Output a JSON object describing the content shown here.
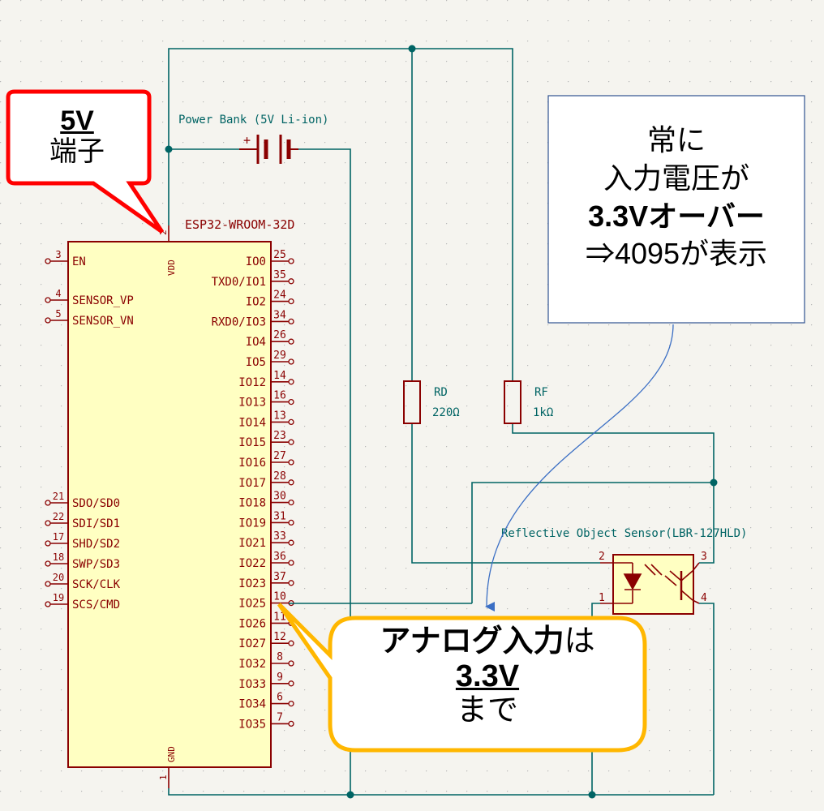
{
  "components": {
    "esp32": {
      "ref": "ESP32-WROOM-32D",
      "vdd_label": "VDD",
      "vdd_pin": "2",
      "gnd_label": "GND",
      "gnd_pin": "1",
      "left_pins": [
        {
          "num": "3",
          "name": "EN"
        },
        {
          "num": "4",
          "name": "SENSOR_VP"
        },
        {
          "num": "5",
          "name": "SENSOR_VN"
        },
        {
          "num": "21",
          "name": "SDO/SD0"
        },
        {
          "num": "22",
          "name": "SDI/SD1"
        },
        {
          "num": "17",
          "name": "SHD/SD2"
        },
        {
          "num": "18",
          "name": "SWP/SD3"
        },
        {
          "num": "20",
          "name": "SCK/CLK"
        },
        {
          "num": "19",
          "name": "SCS/CMD"
        }
      ],
      "right_pins": [
        {
          "num": "25",
          "name": "IO0"
        },
        {
          "num": "35",
          "name": "TXD0/IO1"
        },
        {
          "num": "24",
          "name": "IO2"
        },
        {
          "num": "34",
          "name": "RXD0/IO3"
        },
        {
          "num": "26",
          "name": "IO4"
        },
        {
          "num": "29",
          "name": "IO5"
        },
        {
          "num": "14",
          "name": "IO12"
        },
        {
          "num": "16",
          "name": "IO13"
        },
        {
          "num": "13",
          "name": "IO14"
        },
        {
          "num": "23",
          "name": "IO15"
        },
        {
          "num": "27",
          "name": "IO16"
        },
        {
          "num": "28",
          "name": "IO17"
        },
        {
          "num": "30",
          "name": "IO18"
        },
        {
          "num": "31",
          "name": "IO19"
        },
        {
          "num": "33",
          "name": "IO21"
        },
        {
          "num": "36",
          "name": "IO22"
        },
        {
          "num": "37",
          "name": "IO23"
        },
        {
          "num": "10",
          "name": "IO25"
        },
        {
          "num": "11",
          "name": "IO26"
        },
        {
          "num": "12",
          "name": "IO27"
        },
        {
          "num": "8",
          "name": "IO32"
        },
        {
          "num": "9",
          "name": "IO33"
        },
        {
          "num": "6",
          "name": "IO34"
        },
        {
          "num": "7",
          "name": "IO35"
        }
      ]
    },
    "battery": {
      "label": "Power Bank (5V Li-ion)",
      "plus": "+"
    },
    "rd": {
      "ref": "RD",
      "value": "220Ω"
    },
    "rf": {
      "ref": "RF",
      "value": "1kΩ"
    },
    "sensor": {
      "label": "Reflective Object Sensor(LBR-127HLD)",
      "pins": [
        "2",
        "3",
        "1",
        "4"
      ]
    }
  },
  "callouts": {
    "v5": {
      "line1": "5V",
      "line2": "端子"
    },
    "note": {
      "line1": "常に",
      "line2": "入力電圧が",
      "line3": "3.3Vオーバー",
      "line4": "⇒4095が表示"
    },
    "analog": {
      "line1_bold": "アナログ入力",
      "line1_rest": "は",
      "line2": "3.3V",
      "line3": "まで"
    }
  },
  "colors": {
    "wire": "#006464",
    "symbol": "#8a0000",
    "body_fill": "#ffffc2",
    "red_callout": "#ff0000",
    "yellow_callout": "#ffb700",
    "note_border": "#2f528f",
    "arrow": "#3b6fc4"
  }
}
